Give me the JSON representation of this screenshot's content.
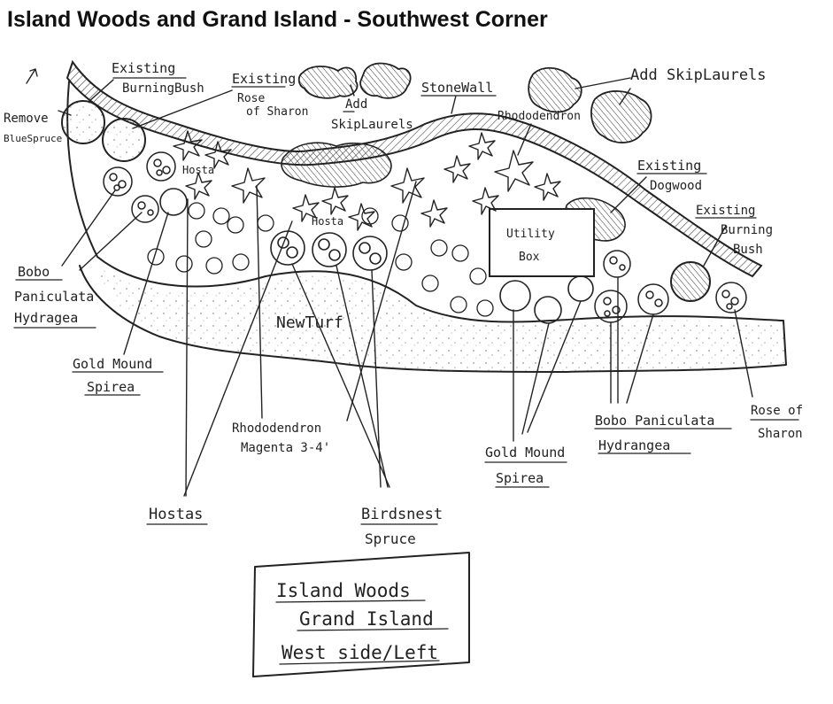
{
  "title": "Island Woods and Grand Island - Southwest Corner",
  "labels": {
    "remove": "Remove",
    "blue_spruce": "BlueSpruce",
    "existing_burning_bush_1": "Existing",
    "existing_burning_bush_2": "BurningBush",
    "existing_rose_1": "Existing",
    "existing_rose_2": "Rose",
    "existing_rose_3": "of Sharon",
    "add_skip_laurels_left_1": "Add",
    "add_skip_laurels_left_2": "SkipLaurels",
    "stone_wall": "StoneWall",
    "rhododendron_top": "Rhododendron",
    "add_skip_laurels_right": "Add SkipLaurels",
    "existing_dogwood_1": "Existing",
    "existing_dogwood_2": "Dogwood",
    "existing_burning_bush_right_1": "Existing",
    "existing_burning_bush_right_2": "Burning",
    "existing_burning_bush_right_3": "Bush",
    "utility_box_1": "Utility",
    "utility_box_2": "Box",
    "hosta_upper": "Hosta",
    "hosta_middle": "Hosta",
    "bobo_left_1": "Bobo",
    "bobo_left_2": "Paniculata",
    "bobo_left_3": "Hydragea",
    "gold_mound_left_1": "Gold Mound",
    "gold_mound_left_2": "Spirea",
    "new_turf": "NewTurf",
    "rhododendron_magenta_1": "Rhododendron",
    "rhododendron_magenta_2": "Magenta 3-4'",
    "hostas": "Hostas",
    "birdsnest_1": "Birdsnest",
    "birdsnest_2": "Spruce",
    "gold_mound_right_1": "Gold Mound",
    "gold_mound_right_2": "Spirea",
    "bobo_right_1": "Bobo Paniculata",
    "bobo_right_2": "Hydrangea",
    "rose_right_1": "Rose of",
    "rose_right_2": "Sharon"
  },
  "title_block": {
    "line1": "Island Woods",
    "line2": "Grand Island",
    "line3": "West side/Left"
  }
}
